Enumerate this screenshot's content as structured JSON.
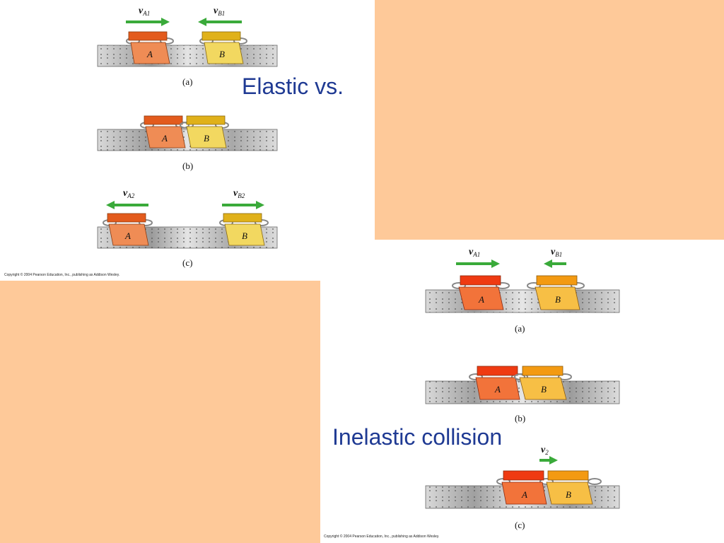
{
  "slide": {
    "colors": {
      "peach": "#fec999",
      "title_blue": "#1f3a93",
      "arrow_green": "#3aaa3a"
    },
    "title_line1": "Elastic vs.",
    "title_line2": "Inelastic collision"
  },
  "elastic_figure": {
    "panel_a": {
      "caption": "(a)",
      "v_left": "v",
      "v_left_sub": "A1",
      "v_right": "v",
      "v_right_sub": "B1",
      "glider_a": "A",
      "glider_b": "B"
    },
    "panel_b": {
      "caption": "(b)",
      "glider_a": "A",
      "glider_b": "B"
    },
    "panel_c": {
      "caption": "(c)",
      "v_left": "v",
      "v_left_sub": "A2",
      "v_right": "v",
      "v_right_sub": "B2",
      "glider_a": "A",
      "glider_b": "B"
    },
    "copyright": "Copyright © 2004 Pearson Education, Inc., publishing as Addison Wesley."
  },
  "inelastic_figure": {
    "panel_a": {
      "caption": "(a)",
      "v_left": "v",
      "v_left_sub": "A1",
      "v_right": "v",
      "v_right_sub": "B1",
      "glider_a": "A",
      "glider_b": "B"
    },
    "panel_b": {
      "caption": "(b)",
      "glider_a": "A",
      "glider_b": "B"
    },
    "panel_c": {
      "caption": "(c)",
      "v_combined": "v",
      "v_combined_sub": "2",
      "glider_a": "A",
      "glider_b": "B"
    },
    "copyright": "Copyright © 2004 Pearson Education, Inc., publishing as Addison Wesley."
  }
}
